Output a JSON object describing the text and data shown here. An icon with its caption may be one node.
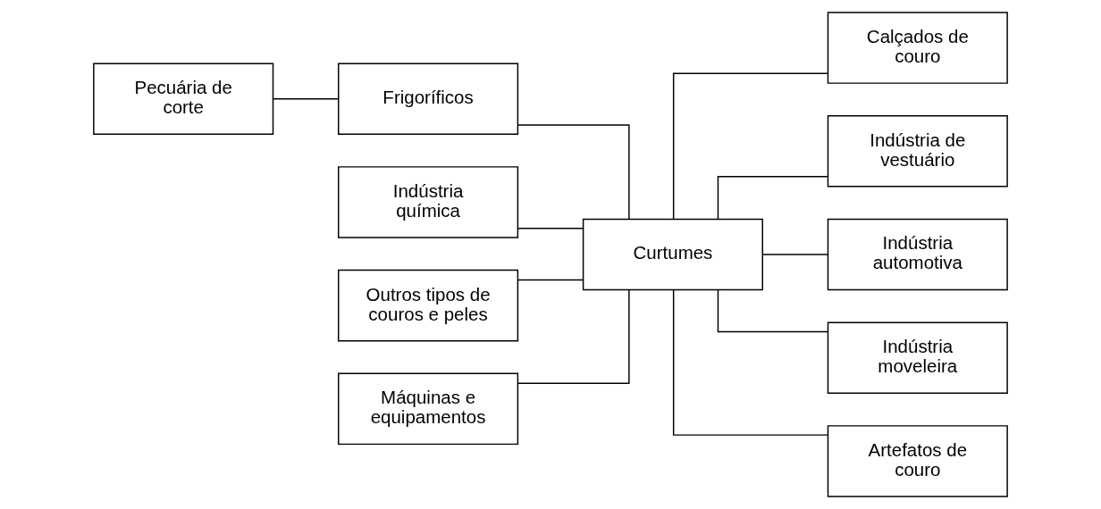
{
  "diagram": {
    "nodes": [
      {
        "text": [
          "Pecuária de corte"
        ]
      },
      {
        "text": [
          "Indústria química"
        ]
      },
      {
        "text": [
          "Frigoríficos"
        ]
      },
      {
        "text": [
          "Outros tipos de couros e peles"
        ]
      },
      {
        "text": [
          "Máquinas e equipamentos"
        ]
      },
      {
        "text": [
          "Curtumes"
        ]
      },
      {
        "text": [
          "Calçados de couro"
        ]
      },
      {
        "text": [
          "Indústria de vestuário"
        ]
      },
      {
        "text": [
          "Indústria automotiva"
        ]
      },
      {
        "text": [
          "Indústria moveleira"
        ]
      },
      {
        "text": [
          "Artefatos de couro"
        ]
      }
    ],
    "edges": [
      {
        "from": 0,
        "to": 2,
        "arrow": "none"
      },
      {
        "from": 1,
        "to": 5,
        "arrow": "none"
      },
      {
        "from": 2,
        "to": 5,
        "arrow": "none"
      },
      {
        "from": 3,
        "to": 5,
        "arrow": "none"
      },
      {
        "from": 4,
        "to": 5,
        "arrow": "none"
      },
      {
        "from": 5,
        "to": 6,
        "arrow": "none"
      },
      {
        "from": 5,
        "to": 7,
        "arrow": "none"
      },
      {
        "from": 5,
        "to": 8,
        "arrow": "none"
      },
      {
        "from": 5,
        "to": 9,
        "arrow": "none"
      },
      {
        "from": 5,
        "to": 10,
        "arrow": "none"
      }
    ]
  }
}
